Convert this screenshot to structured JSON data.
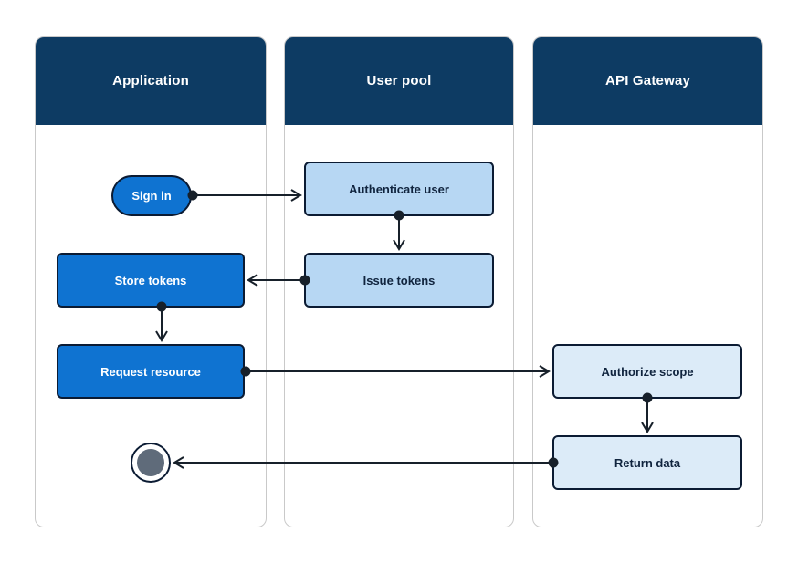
{
  "colors": {
    "header_bg": "#0d3b63",
    "primary_node_bg": "#0f73d1",
    "userpool_node_bg": "#b7d7f3",
    "apigw_node_bg": "#dcebf8",
    "node_border": "#0b1b33",
    "connector": "#17202a",
    "lane_border": "#c9c9c9",
    "end_node_fill": "#5f6b7a",
    "text_on_dark": "#ffffff",
    "text_on_light": "#10243e"
  },
  "diagram": {
    "type": "swimlane-flowchart",
    "lanes": [
      {
        "label": "Application"
      },
      {
        "label": "User pool"
      },
      {
        "label": "API Gateway"
      }
    ],
    "nodes": {
      "sign_in": {
        "label": "Sign in",
        "lane": "Application",
        "shape": "start-pill"
      },
      "authenticate_user": {
        "label": "Authenticate user",
        "lane": "User pool",
        "shape": "process"
      },
      "store_tokens": {
        "label": "Store tokens",
        "lane": "Application",
        "shape": "process"
      },
      "issue_tokens": {
        "label": "Issue tokens",
        "lane": "User pool",
        "shape": "process"
      },
      "request_resource": {
        "label": "Request resource",
        "lane": "Application",
        "shape": "process"
      },
      "authorize_scope": {
        "label": "Authorize scope",
        "lane": "API Gateway",
        "shape": "process"
      },
      "return_data": {
        "label": "Return data",
        "lane": "API Gateway",
        "shape": "process"
      },
      "end": {
        "label": "",
        "lane": "Application",
        "shape": "end-circle"
      }
    },
    "edges": [
      {
        "from": "sign_in",
        "to": "authenticate_user"
      },
      {
        "from": "authenticate_user",
        "to": "issue_tokens"
      },
      {
        "from": "issue_tokens",
        "to": "store_tokens"
      },
      {
        "from": "store_tokens",
        "to": "request_resource"
      },
      {
        "from": "request_resource",
        "to": "authorize_scope"
      },
      {
        "from": "authorize_scope",
        "to": "return_data"
      },
      {
        "from": "return_data",
        "to": "end"
      }
    ]
  }
}
